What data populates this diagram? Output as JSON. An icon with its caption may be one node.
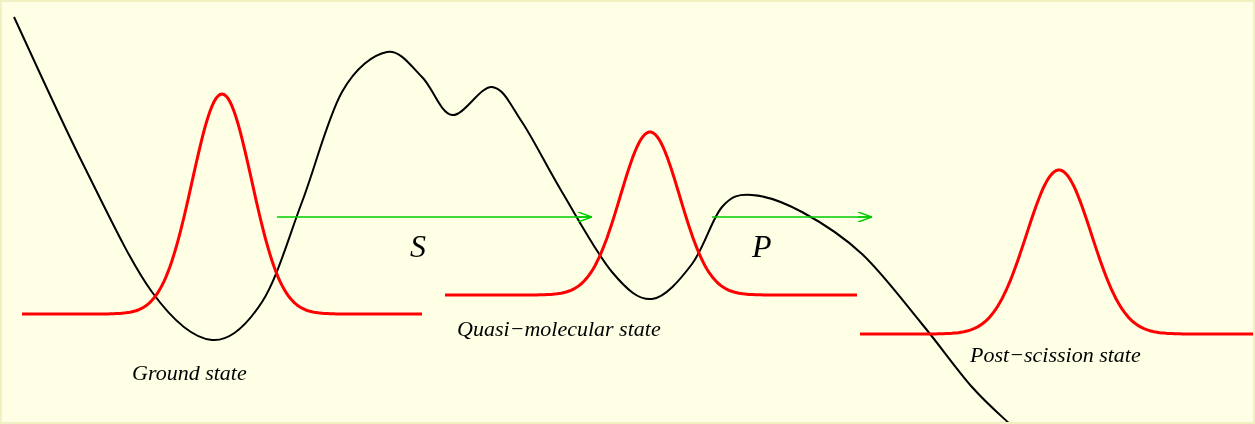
{
  "diagram": {
    "nodes": [
      {
        "text": [],
        "shape": "picture",
        "beside": [
          "Ground state"
        ]
      },
      {
        "text": [],
        "shape": "picture",
        "beside": [
          "Quasi−molecular state"
        ]
      },
      {
        "text": [],
        "shape": "picture",
        "beside": [
          "Post−scission state"
        ]
      }
    ],
    "edges": [
      {
        "from": 0,
        "to": 1,
        "arrow": "to",
        "label": "S",
        "color": "#00cc00"
      },
      {
        "from": 1,
        "to": 2,
        "arrow": "to",
        "label": "P",
        "color": "#00cc00"
      }
    ]
  }
}
